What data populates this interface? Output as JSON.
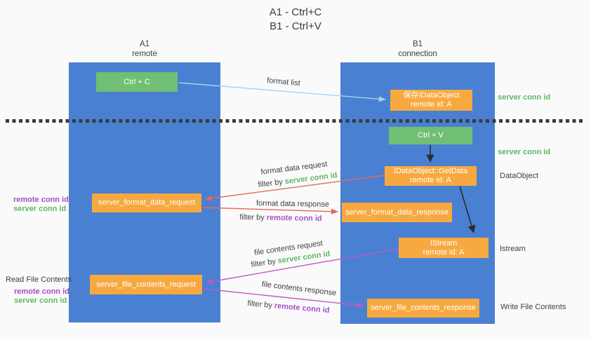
{
  "title": {
    "line1": "A1 - Ctrl+C",
    "line2": "B1 - Ctrl+V"
  },
  "columns": {
    "left": {
      "header_line1": "A1",
      "header_line2": "remote"
    },
    "right": {
      "header_line1": "B1",
      "header_line2": "connection"
    }
  },
  "nodes": {
    "ctrl_c": "Ctrl + C",
    "ctrl_v": "Ctrl + V",
    "save_dataobject": {
      "line1": "保存IDataObject",
      "line2": "remote id: A"
    },
    "getdata": {
      "line1": "IDataObject::GetData",
      "line2": "remote id: A"
    },
    "istream": {
      "line1": "IStream",
      "line2": "remote id: A"
    },
    "format_request": "server_format_data_request",
    "format_response": "server_format_data_response",
    "file_request": "server_file_contents_request",
    "file_response": "server_file_contents_response"
  },
  "flow_labels": {
    "format_list": "format list",
    "format_data_request": "format data request",
    "format_data_response": "format data response",
    "file_contents_request": "file contents request",
    "file_contents_response": "file contents response",
    "filter_by": "filter by",
    "server_conn_id": "server conn id",
    "remote_conn_id": "remote conn id"
  },
  "side_labels": {
    "server_conn_id_top": "server conn id",
    "server_conn_id_mid": "server conn id",
    "dataobject": "DataObject",
    "istream": "Istream",
    "write_file_contents": "Write File Contents",
    "read_file_contents": "Read File Contents",
    "remote_conn_id": "remote conn id",
    "server_conn_id": "server conn id"
  },
  "colors": {
    "background": "#fafafb",
    "column_blue": "#4a80d2",
    "node_green": "#71bf74",
    "node_orange": "#f7a940",
    "arrow_blue": "#a9d2ee",
    "arrow_red": "#e8685c",
    "arrow_magenta": "#c05ac0",
    "arrow_black": "#2b2b2b",
    "text_green": "#5cb860",
    "text_purple": "#a24fc9",
    "text_dark": "#3f3f3f"
  }
}
